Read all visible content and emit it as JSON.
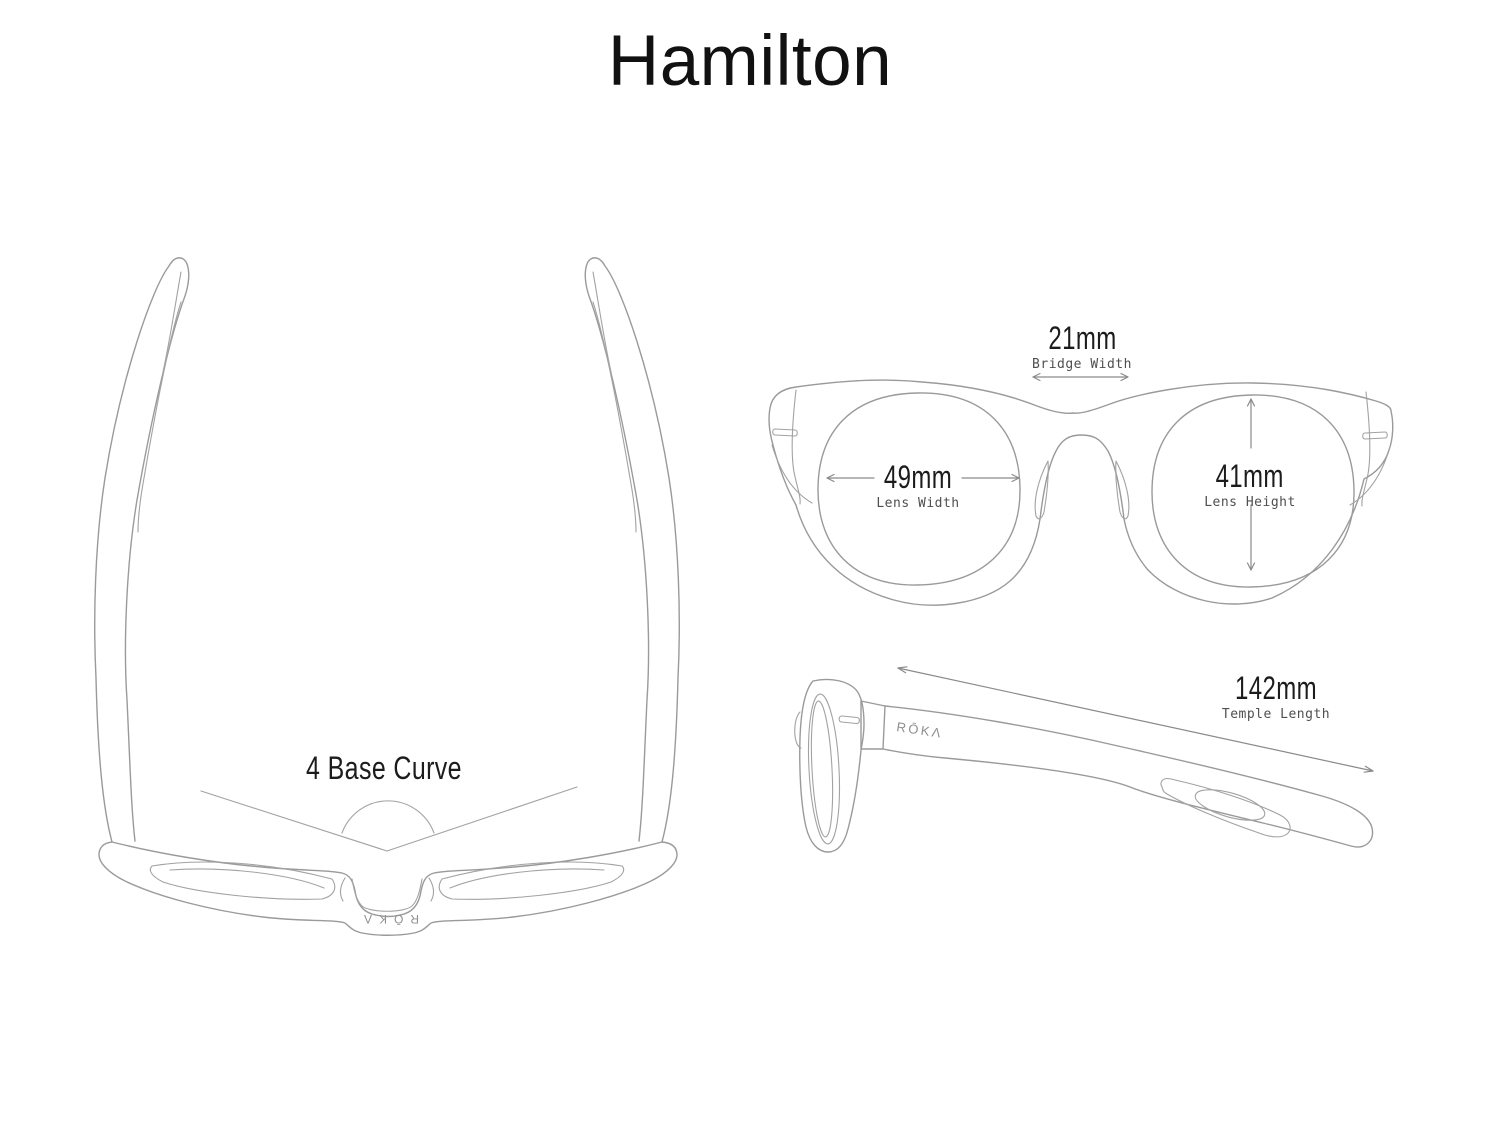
{
  "title": "Hamilton",
  "brand": {
    "side_logo": "RŌKΛ",
    "top_logo": "RŌKΛ"
  },
  "measurements": {
    "bridge": {
      "value": "21mm",
      "label": "Bridge Width"
    },
    "lens_width": {
      "value": "49mm",
      "label": "Lens Width"
    },
    "lens_height": {
      "value": "41mm",
      "label": "Lens Height"
    },
    "temple": {
      "value": "142mm",
      "label": "Temple Length"
    },
    "base_curve": {
      "value": "4 Base Curve"
    }
  },
  "colors": {
    "background": "#ffffff",
    "line": "#9a9a9a",
    "value_text": "#1c1c1c",
    "label_text": "#4f4f4f"
  }
}
